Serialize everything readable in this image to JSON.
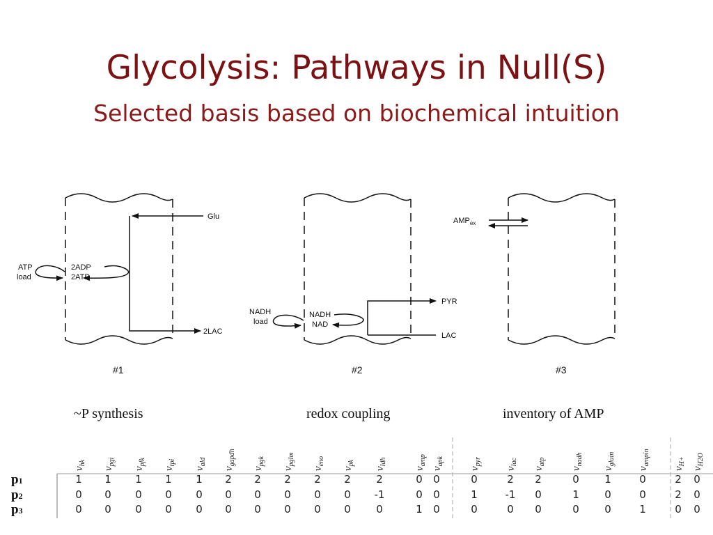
{
  "slide": {
    "title": "Glycolysis: Pathways in Null(S)",
    "subtitle": "Selected basis based on biochemical intuition"
  },
  "diagram": {
    "p1": {
      "number": "#1",
      "glu": "Glu",
      "atp": "ATP",
      "load": "load",
      "adp": "2ADP",
      "atp2": "2ATP",
      "lac": "2LAC"
    },
    "p2": {
      "number": "#2",
      "pyr": "PYR",
      "nadh_outer": "NADH",
      "load": "load",
      "nadh": "NADH",
      "nad": "NAD",
      "lac": "LAC"
    },
    "p3": {
      "number": "#3",
      "amp": "AMP",
      "amp_sub": "ex"
    }
  },
  "captions": {
    "p1": "~P synthesis",
    "p2": "redox coupling",
    "p3": "inventory of AMP"
  },
  "matrix": {
    "columns": [
      {
        "base": "v",
        "sub": "hk"
      },
      {
        "base": "v",
        "sub": "pgi"
      },
      {
        "base": "v",
        "sub": "pfk"
      },
      {
        "base": "v",
        "sub": "tpi"
      },
      {
        "base": "v",
        "sub": "ald"
      },
      {
        "base": "v",
        "sub": "gapdh"
      },
      {
        "base": "v",
        "sub": "pgk"
      },
      {
        "base": "v",
        "sub": "pglm"
      },
      {
        "base": "v",
        "sub": "eno"
      },
      {
        "base": "v",
        "sub": "pk"
      },
      {
        "base": "v",
        "sub": "ldh"
      },
      {
        "base": "v",
        "sub": "amp"
      },
      {
        "base": "v",
        "sub": "apk"
      },
      {
        "base": "v",
        "sub": "pyr"
      },
      {
        "base": "v",
        "sub": "lac"
      },
      {
        "base": "v",
        "sub": "atp"
      },
      {
        "base": "v",
        "sub": "nadh"
      },
      {
        "base": "v",
        "sub": "gluin"
      },
      {
        "base": "v",
        "sub": "ampin"
      },
      {
        "base": "v",
        "sub": "H+"
      },
      {
        "base": "v",
        "sub": "H2O"
      }
    ],
    "rows": [
      {
        "label": "p",
        "sub": "1",
        "values": [
          "1",
          "1",
          "1",
          "1",
          "1",
          "2",
          "2",
          "2",
          "2",
          "2",
          "2",
          "0",
          "0",
          "0",
          "2",
          "2",
          "0",
          "1",
          "0",
          "2",
          "0"
        ]
      },
      {
        "label": "p",
        "sub": "2",
        "values": [
          "0",
          "0",
          "0",
          "0",
          "0",
          "0",
          "0",
          "0",
          "0",
          "0",
          "-1",
          "0",
          "0",
          "1",
          "-1",
          "0",
          "1",
          "0",
          "0",
          "2",
          "0"
        ]
      },
      {
        "label": "p",
        "sub": "3",
        "values": [
          "0",
          "0",
          "0",
          "0",
          "0",
          "0",
          "0",
          "0",
          "0",
          "0",
          "0",
          "1",
          "0",
          "0",
          "0",
          "0",
          "0",
          "0",
          "1",
          "0",
          "0"
        ]
      }
    ]
  }
}
